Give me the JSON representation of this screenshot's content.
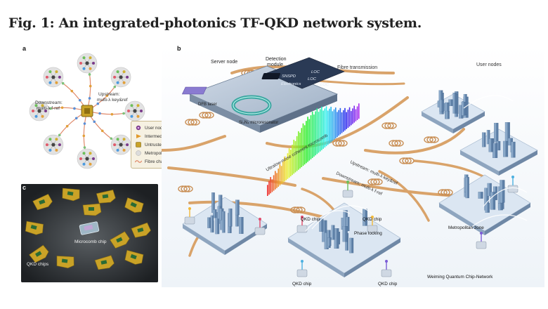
{
  "figure": {
    "title": "Fig. 1: An integrated-photonics TF-QKD network system."
  },
  "panel_a": {
    "label": "a",
    "downstream_label": "Downstream:\nmulti-λ f-ref",
    "upstream_label": "Upstream:\nmulti-λ key&ref",
    "legend": [
      {
        "symbol": "user-node-icon",
        "label": "User node"
      },
      {
        "symbol": "intermediate-node-icon",
        "label": "Intermediate node"
      },
      {
        "symbol": "untrusted-server-node-icon",
        "label": "Untrusted server node"
      },
      {
        "symbol": "metropolitan-zone-icon",
        "label": "Metropolitan zone"
      },
      {
        "symbol": "fibre-channel-icon",
        "label": "Fibre channel"
      }
    ],
    "colors": {
      "hub": "#c9a227",
      "fibre": "#e0a36b",
      "zone": "#d8d8d8"
    }
  },
  "panel_b": {
    "label": "b",
    "server_node": "Server node",
    "detection_module": "Detection\nmodule",
    "snspd": "SNSPD",
    "loc": [
      "LOC",
      "LOC",
      "LOC"
    ],
    "electronics": "Electronics",
    "dfb_laser": "DFB laser",
    "microresonator": "Si₃N₄ microresonator",
    "fibre_transmission": "Fibre transmission",
    "user_nodes": "User nodes",
    "comb": "Ultralow-noise coherent microcomb",
    "upstream": "Upstream: multi-λ key&ref",
    "downstream": "Downstream: multi-λ f-ref",
    "metropolitan_zone": "Metropolitan zone",
    "qkd_chip": "QKD chip",
    "phase_locking": "Phase locking",
    "network_name": "Weiming Quantum Chip-Network"
  },
  "panel_c": {
    "label": "c",
    "microcomb_chip": "Microcomb chip",
    "qkd_chips": "QKD chips"
  }
}
